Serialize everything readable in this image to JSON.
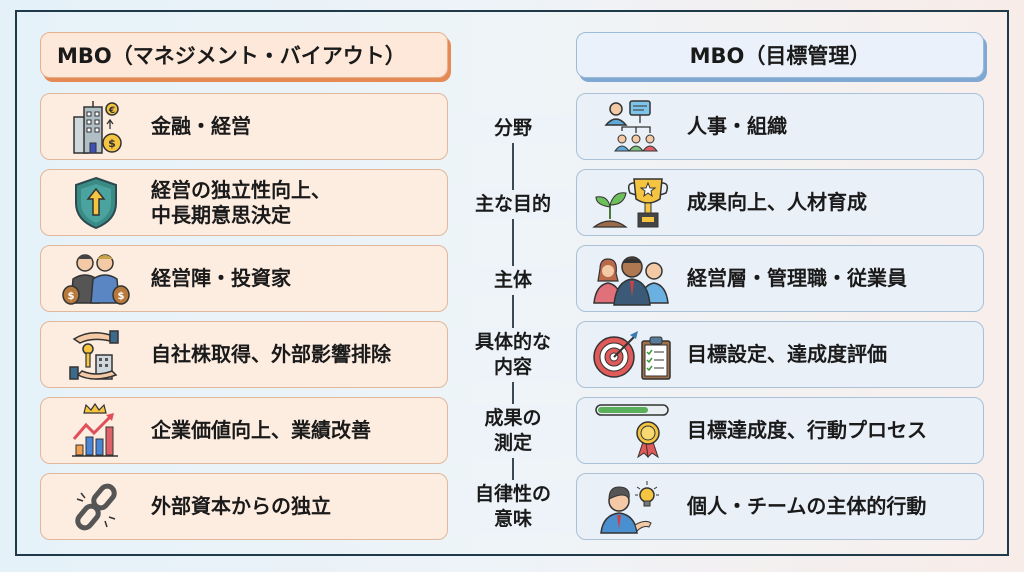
{
  "left_column": {
    "header": "MBO（マネジメント・バイアウト）",
    "accent_color": "#e58a55",
    "items": [
      {
        "icon": "building-coins-icon",
        "text": "金融・経営"
      },
      {
        "icon": "shield-arrow-icon",
        "text_line1": "経営の独立性向上、",
        "text_line2": "中長期意思決定"
      },
      {
        "icon": "investors-moneybag-icon",
        "text": "経営陣・投資家"
      },
      {
        "icon": "hand-key-building-icon",
        "text": "自社株取得、外部影響排除"
      },
      {
        "icon": "growth-chart-crown-icon",
        "text": "企業価値向上、業績改善"
      },
      {
        "icon": "broken-chain-icon",
        "text": "外部資本からの独立"
      }
    ]
  },
  "right_column": {
    "header": "MBO（目標管理）",
    "accent_color": "#7fa8d2",
    "items": [
      {
        "icon": "org-chart-people-icon",
        "text": "人事・組織"
      },
      {
        "icon": "sprout-trophy-icon",
        "text": "成果向上、人材育成"
      },
      {
        "icon": "team-people-icon",
        "text": "経営層・管理職・従業員"
      },
      {
        "icon": "target-checklist-icon",
        "text": "目標設定、達成度評価"
      },
      {
        "icon": "progress-medal-icon",
        "text": "目標達成度、行動プロセス"
      },
      {
        "icon": "person-lightbulb-icon",
        "text": "個人・チームの主体的行動"
      }
    ]
  },
  "categories": [
    {
      "line1": "分野",
      "line2": ""
    },
    {
      "line1": "主な目的",
      "line2": ""
    },
    {
      "line1": "主体",
      "line2": ""
    },
    {
      "line1": "具体的な",
      "line2": "内容"
    },
    {
      "line1": "成果の",
      "line2": "測定"
    },
    {
      "line1": "自律性の",
      "line2": "意味"
    }
  ]
}
